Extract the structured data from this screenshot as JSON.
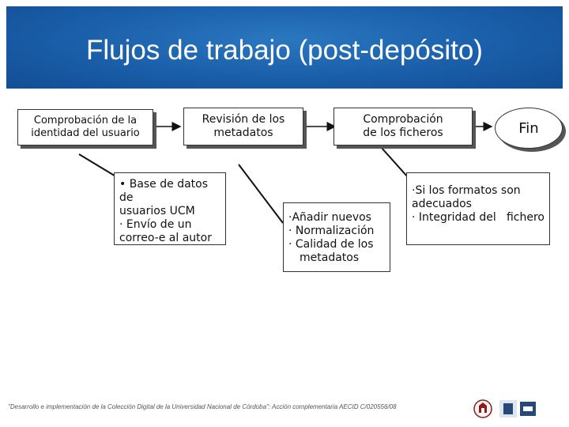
{
  "title": "Flujos de trabajo (post-depósito)",
  "steps": {
    "step1": {
      "line1": "Comprobación de la",
      "line2": "identidad del usuario"
    },
    "step2": {
      "line1": "Revisión de los",
      "line2": "metadatos"
    },
    "step3": {
      "line1": "Comprobación",
      "line2": "de los ficheros"
    },
    "end": "Fin"
  },
  "details": {
    "d1": {
      "l1": "• Base de datos de",
      "l2": "usuarios UCM",
      "l3": "· Envío de un",
      "l4": "correo-e al autor"
    },
    "d2": {
      "l1": "·Añadir nuevos",
      "l2": "·  Normalización",
      "l3": "· Calidad de los",
      "l4": "metadatos"
    },
    "d3": {
      "l1": "·Si los formatos son",
      "l2": "adecuados",
      "l3": "· Integridad del",
      "l4": "fichero"
    }
  },
  "footer": "\"Desarrollo e implementación de la Colección Digital de la Universidad Nacional de Córdoba\": Acción complementaria  AECID C/020556/08",
  "colors": {
    "title_bg": "#1a5ea9",
    "title_text": "#ffffff"
  }
}
